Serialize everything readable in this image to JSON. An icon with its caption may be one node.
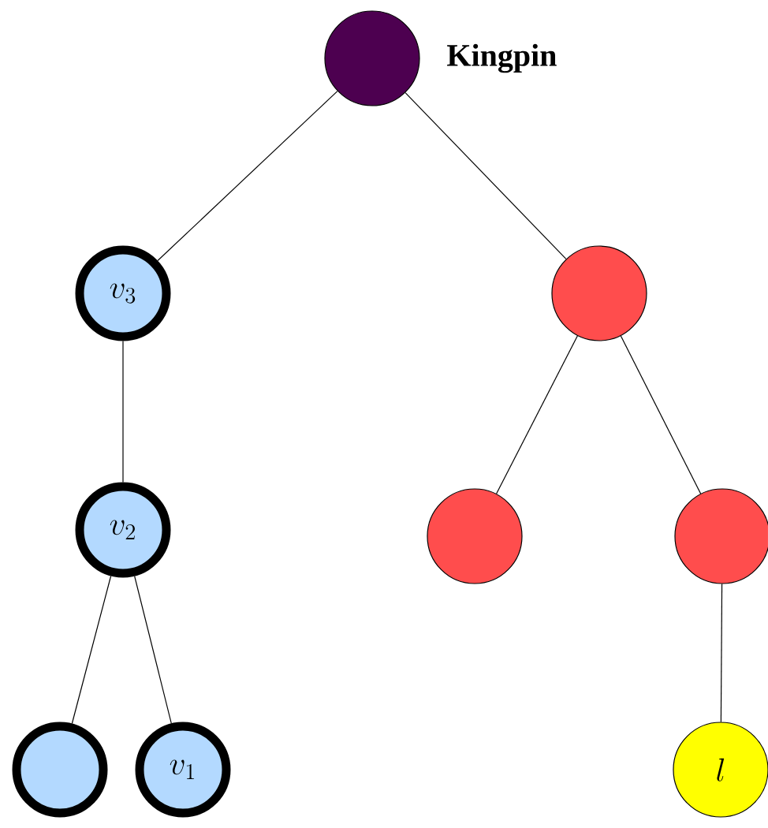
{
  "diagram": {
    "nodes": [
      {
        "text": [],
        "shape": "circle",
        "beside": [
          "Kingpin"
        ]
      },
      {
        "text": [
          "v_3"
        ]
      },
      {
        "text": [],
        "shape": "circle"
      },
      {
        "text": [
          "v_2"
        ]
      },
      {
        "text": [],
        "shape": "circle"
      },
      {
        "text": [],
        "shape": "circle"
      },
      {
        "text": [],
        "shape": "circle"
      },
      {
        "text": [
          "v_1"
        ]
      },
      {
        "text": [
          "l"
        ]
      }
    ],
    "edges": [
      {
        "from": 0,
        "to": 1,
        "arrow": "none"
      },
      {
        "from": 0,
        "to": 2,
        "arrow": "none"
      },
      {
        "from": 1,
        "to": 3,
        "arrow": "none"
      },
      {
        "from": 3,
        "to": 6,
        "arrow": "none"
      },
      {
        "from": 3,
        "to": 7,
        "arrow": "none"
      },
      {
        "from": 2,
        "to": 4,
        "arrow": "none"
      },
      {
        "from": 2,
        "to": 5,
        "arrow": "none"
      },
      {
        "from": 5,
        "to": 8,
        "arrow": "none"
      }
    ]
  }
}
